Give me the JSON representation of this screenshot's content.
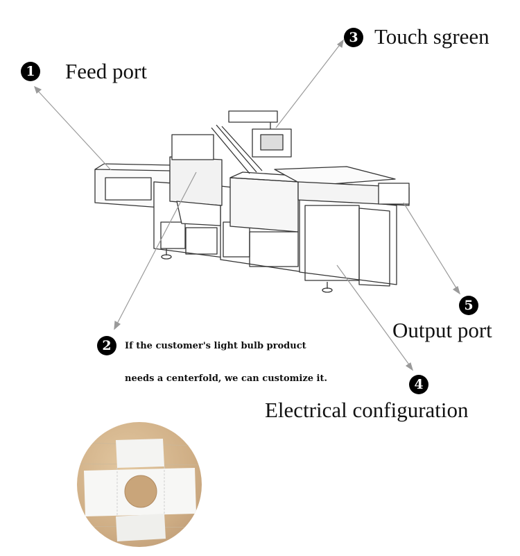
{
  "callouts": [
    {
      "number": "1",
      "label": "Feed port"
    },
    {
      "number": "2",
      "note_line1": "If the customer's light bulb product",
      "note_line2": "needs a centerfold, we can customize it."
    },
    {
      "number": "3",
      "label": "Touch sgreen"
    },
    {
      "number": "4",
      "label": "Electrical configuration"
    },
    {
      "number": "5",
      "label": "Output port"
    }
  ],
  "colors": {
    "leader_line": "#9a9a9a",
    "marker": "#000000",
    "machine_line": "#333333"
  }
}
